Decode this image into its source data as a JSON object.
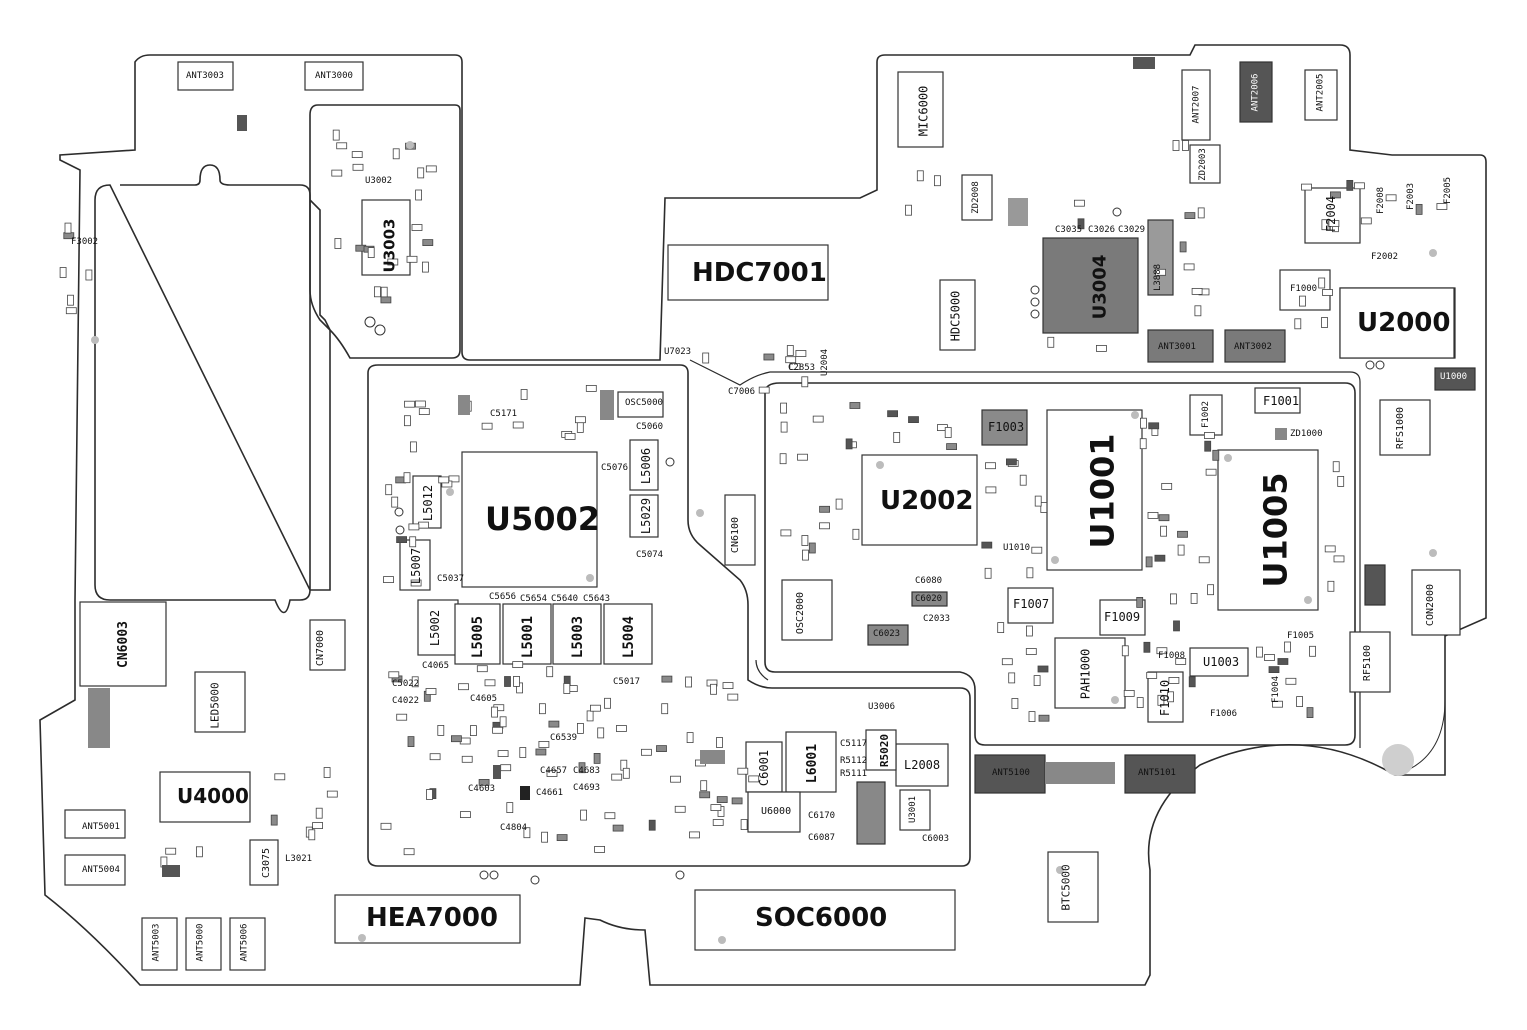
{
  "labels": {
    "ant3003": "ANT3003",
    "ant3000": "ANT3000",
    "mic6000": "MIC6000",
    "ant2007": "ANT2007",
    "ant2006": "ANT2006",
    "ant2005": "ANT2005",
    "hdc7001": "HDC7001",
    "hdc5000": "HDC5000",
    "u3003": "U3003",
    "u3004": "U3004",
    "u2000": "U2000",
    "u1000": "U1000",
    "u5002": "U5002",
    "u2002": "U2002",
    "u1001": "U1001",
    "u1005": "U1005",
    "cn6003": "CN6003",
    "cn7000": "CN7000",
    "cn6100": "CN6100",
    "led5000": "LED5000",
    "u4000": "U4000",
    "ant5001": "ANT5001",
    "ant5004": "ANT5004",
    "ant5003": "ANT5003",
    "ant5000": "ANT5000",
    "ant5006": "ANT5006",
    "hea7000": "HEA7000",
    "soc6000": "SOC6000",
    "btc5000": "BTC5000",
    "ant5100": "ANT5100",
    "ant5101": "ANT5101",
    "ant3001": "ANT3001",
    "ant3002": "ANT3002",
    "rfs1000": "RFS1000",
    "rf5100": "RF5100",
    "con2000": "CON2000",
    "u1003": "U1003",
    "pah1000": "PAH1000",
    "f1007": "F1007",
    "f1009": "F1009",
    "f1010": "F1010",
    "f1003": "F1003",
    "f1001": "F1001",
    "f1002": "F1002",
    "f1000": "F1000",
    "f2004": "F2004",
    "f2008": "F2008",
    "f2003": "F2003",
    "f2005": "F2005",
    "f2002": "F2002",
    "f3002": "F3002",
    "f1004": "F1004",
    "f1005": "F1005",
    "f1006": "F1006",
    "f1008": "F1008",
    "zd1000": "ZD1000",
    "zd2008": "ZD2008",
    "zd2003": "ZD2003",
    "l5012": "L5012",
    "l5007": "L5007",
    "l5002": "L5002",
    "l5005": "L5005",
    "l5001": "L5001",
    "l5003": "L5003",
    "l5004": "L5004",
    "l5006": "L5006",
    "l5029": "L5029",
    "l6001": "L6001",
    "l2008": "L2008",
    "l3888": "L3888",
    "c6001": "C6001",
    "u6000": "U6000",
    "osc5000": "OSC5000",
    "osc2000": "OSC2000",
    "u1010": "U1010",
    "u2004": "U2004",
    "u7023": "U7023",
    "c3075": "C3075",
    "l3021": "L3021",
    "r5020": "R5020",
    "u3001": "U3001",
    "c6020": "C6020",
    "c6023": "C6023",
    "c5060": "C5060",
    "c5076": "C5076",
    "c5074": "C5074",
    "c5037": "C5037",
    "c5171": "C5171",
    "c3035": "C3035",
    "c3026": "C3026",
    "c3029": "C3029",
    "u3002": "U3002",
    "c2853": "C2853",
    "c7006": "C7006",
    "c2033": "C2033",
    "c6080": "C6080",
    "c6003": "C6003",
    "c6087": "C6087",
    "c5117": "C5117",
    "r5112": "R5112",
    "r5111": "R5111",
    "u3006": "U3006",
    "c4065": "C4065",
    "c4605": "C4605",
    "c4657": "C4657",
    "c4683": "C4683",
    "c4693": "C4693",
    "c4661": "C4661",
    "c4804": "C4804",
    "c4603": "C4603",
    "c6539": "C6539",
    "c6170": "C6170",
    "c5656": "C5656",
    "c5654": "C5654",
    "c5640": "C5640",
    "c5643": "C5643",
    "c5017": "C5017",
    "c5022": "C5022",
    "c4022": "C4022"
  },
  "colors": {
    "outline": "#333333",
    "dark_part": "#555555",
    "mid_part": "#8a8a8a",
    "light_part": "#bdbdbd"
  }
}
